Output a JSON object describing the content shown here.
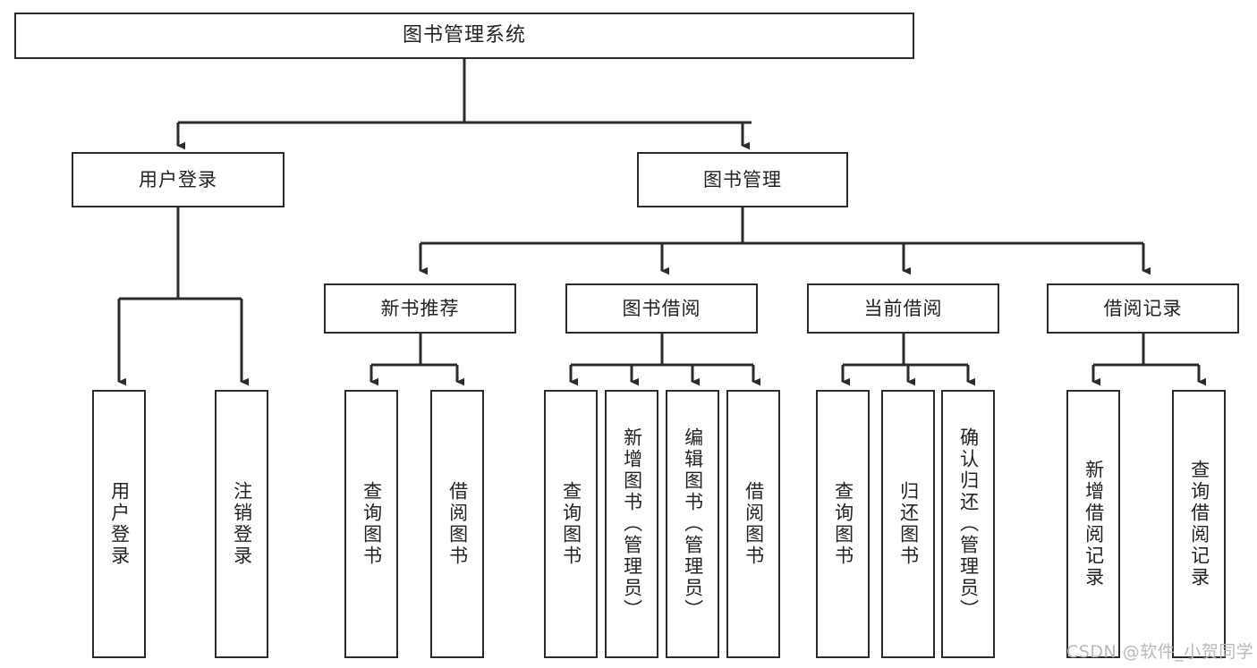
{
  "diagram": {
    "title": "图书管理系统",
    "type": "functional-structure-tree",
    "root": {
      "label": "图书管理系统"
    },
    "level1": [
      {
        "id": "user-login",
        "label": "用户登录"
      },
      {
        "id": "book-manage",
        "label": "图书管理"
      }
    ],
    "level2": [
      {
        "id": "new-book-recommend",
        "label": "新书推荐",
        "parent": "book-manage"
      },
      {
        "id": "book-borrow",
        "label": "图书借阅",
        "parent": "book-manage"
      },
      {
        "id": "current-borrow",
        "label": "当前借阅",
        "parent": "book-manage"
      },
      {
        "id": "borrow-record",
        "label": "借阅记录",
        "parent": "book-manage"
      }
    ],
    "leaves": [
      {
        "id": "leaf-user-login",
        "label": "用户登录",
        "parent": "user-login"
      },
      {
        "id": "leaf-logout-login",
        "label": "注销登录",
        "parent": "user-login"
      },
      {
        "id": "leaf-query-book-1",
        "label": "查询图书",
        "parent": "new-book-recommend"
      },
      {
        "id": "leaf-borrow-book-1",
        "label": "借阅图书",
        "parent": "new-book-recommend"
      },
      {
        "id": "leaf-query-book-2",
        "label": "查询图书",
        "parent": "book-borrow"
      },
      {
        "id": "leaf-add-book",
        "label": "新增图书（管理员）",
        "parent": "book-borrow"
      },
      {
        "id": "leaf-edit-book",
        "label": "编辑图书（管理员）",
        "parent": "book-borrow"
      },
      {
        "id": "leaf-borrow-book-2",
        "label": "借阅图书",
        "parent": "book-borrow"
      },
      {
        "id": "leaf-query-book-3",
        "label": "查询图书",
        "parent": "current-borrow"
      },
      {
        "id": "leaf-return-book",
        "label": "归还图书",
        "parent": "current-borrow"
      },
      {
        "id": "leaf-confirm-return",
        "label": "确认归还（管理员）",
        "parent": "current-borrow"
      },
      {
        "id": "leaf-add-record",
        "label": "新增借阅记录",
        "parent": "borrow-record"
      },
      {
        "id": "leaf-query-record",
        "label": "查询借阅记录",
        "parent": "borrow-record"
      }
    ],
    "watermark": "CSDN @软件_小贺同学",
    "colors": {
      "border": "#2b2b2b",
      "background": "#ffffff",
      "text": "#232323",
      "connector": "#2b2b2b",
      "watermark": "#b9b9b9"
    }
  }
}
